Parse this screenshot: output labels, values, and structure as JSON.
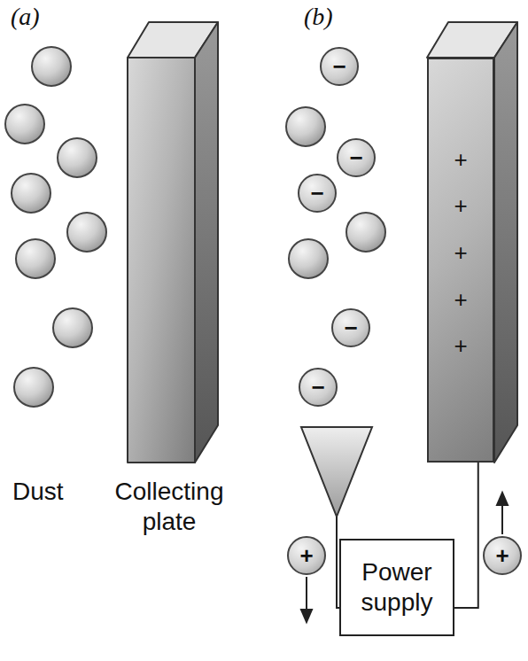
{
  "diagram": {
    "nodes": [
      {
        "text": [
          "−"
        ]
      },
      {
        "text": [
          "+",
          "+",
          "+",
          "+",
          "+"
        ]
      },
      {
        "text": [
          "−"
        ]
      },
      {
        "text": [
          "−"
        ]
      },
      {
        "text": [
          "−"
        ]
      },
      {
        "text": [
          "−"
        ]
      },
      {
        "text": [
          "+"
        ]
      },
      {
        "text": [
          "Power supply"
        ]
      },
      {
        "text": [
          "+"
        ]
      }
    ],
    "edges": [
      {
        "from": 7,
        "to": 1,
        "arrow": "none"
      }
    ],
    "labels": [
      "(a)",
      "(b)",
      "Dust",
      "Collecting plate"
    ]
  }
}
